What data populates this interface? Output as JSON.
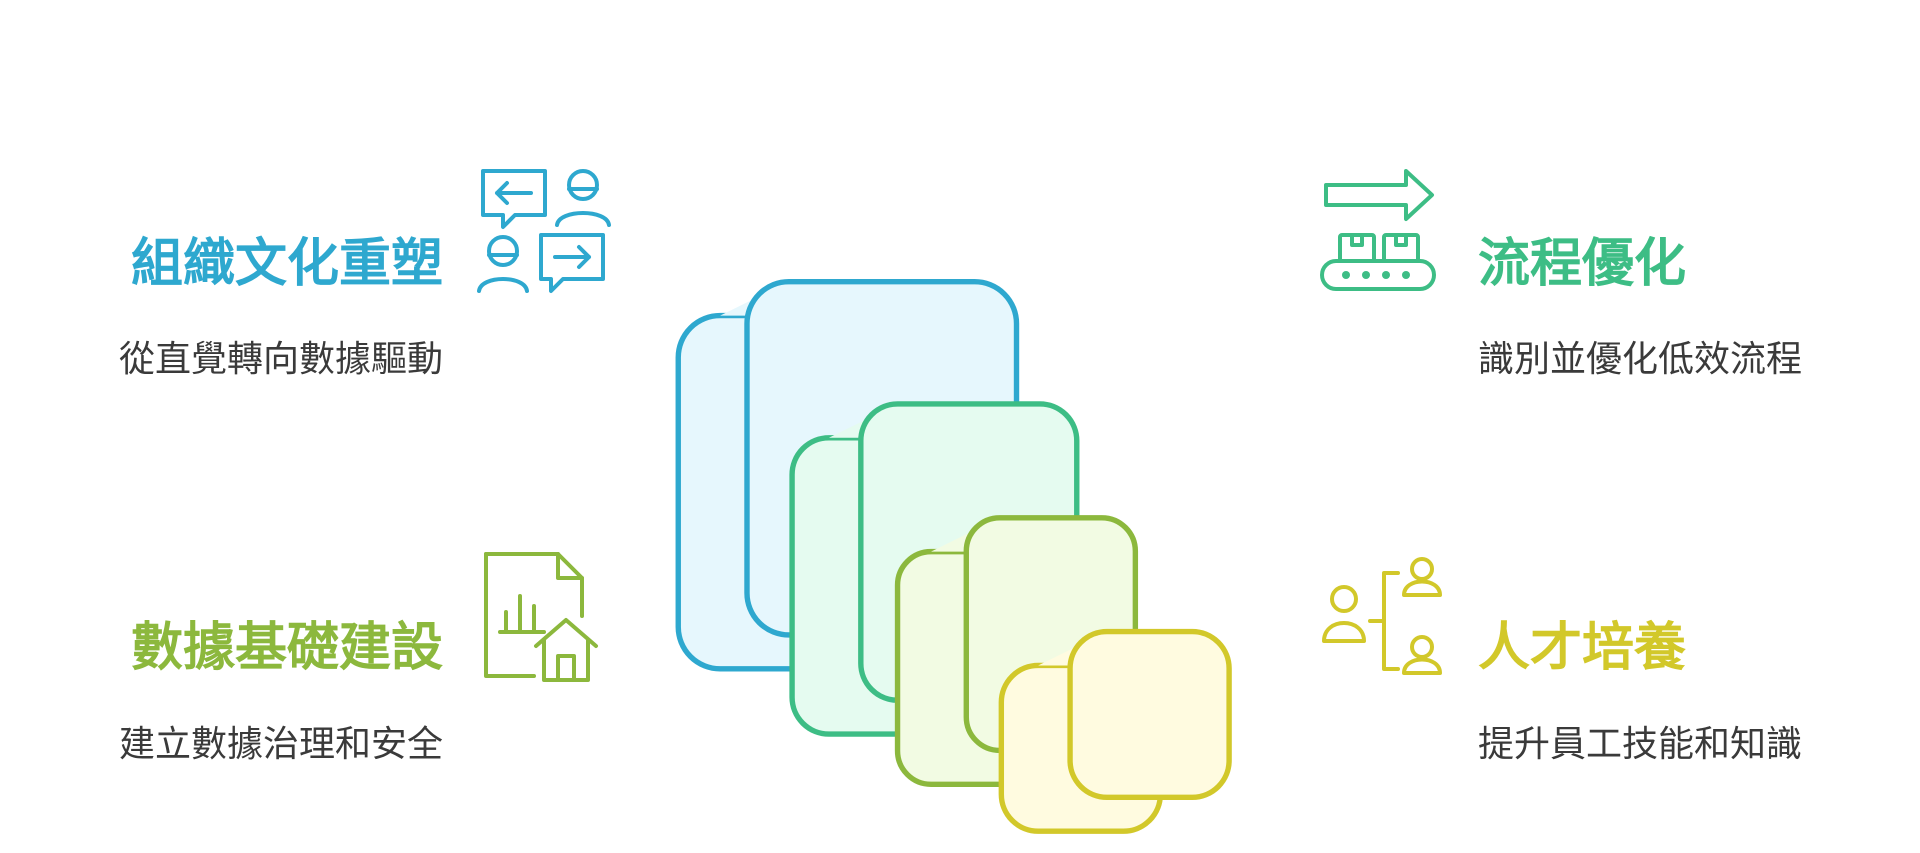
{
  "items": [
    {
      "title": "組織文化重塑",
      "subtitle": "從直覺轉向數據驅動",
      "color": "#2ea8cf",
      "icon": "conversation-people-icon"
    },
    {
      "title": "流程優化",
      "subtitle": "識別並優化低效流程",
      "color": "#3dbd85",
      "icon": "conveyor-arrow-icon"
    },
    {
      "title": "數據基礎建設",
      "subtitle": "建立數據治理和安全",
      "color": "#8cb83d",
      "icon": "data-document-home-icon"
    },
    {
      "title": "人才培養",
      "subtitle": "提升員工技能和知識",
      "color": "#d2c82a",
      "icon": "people-network-icon"
    }
  ],
  "layers": [
    {
      "stroke": "#2ea8cf",
      "fill": "#e6f7fd"
    },
    {
      "stroke": "#3dbd85",
      "fill": "#e5fbf0"
    },
    {
      "stroke": "#8cb83d",
      "fill": "#f2fbe3"
    },
    {
      "stroke": "#d2c82a",
      "fill": "#fffbe0"
    }
  ]
}
